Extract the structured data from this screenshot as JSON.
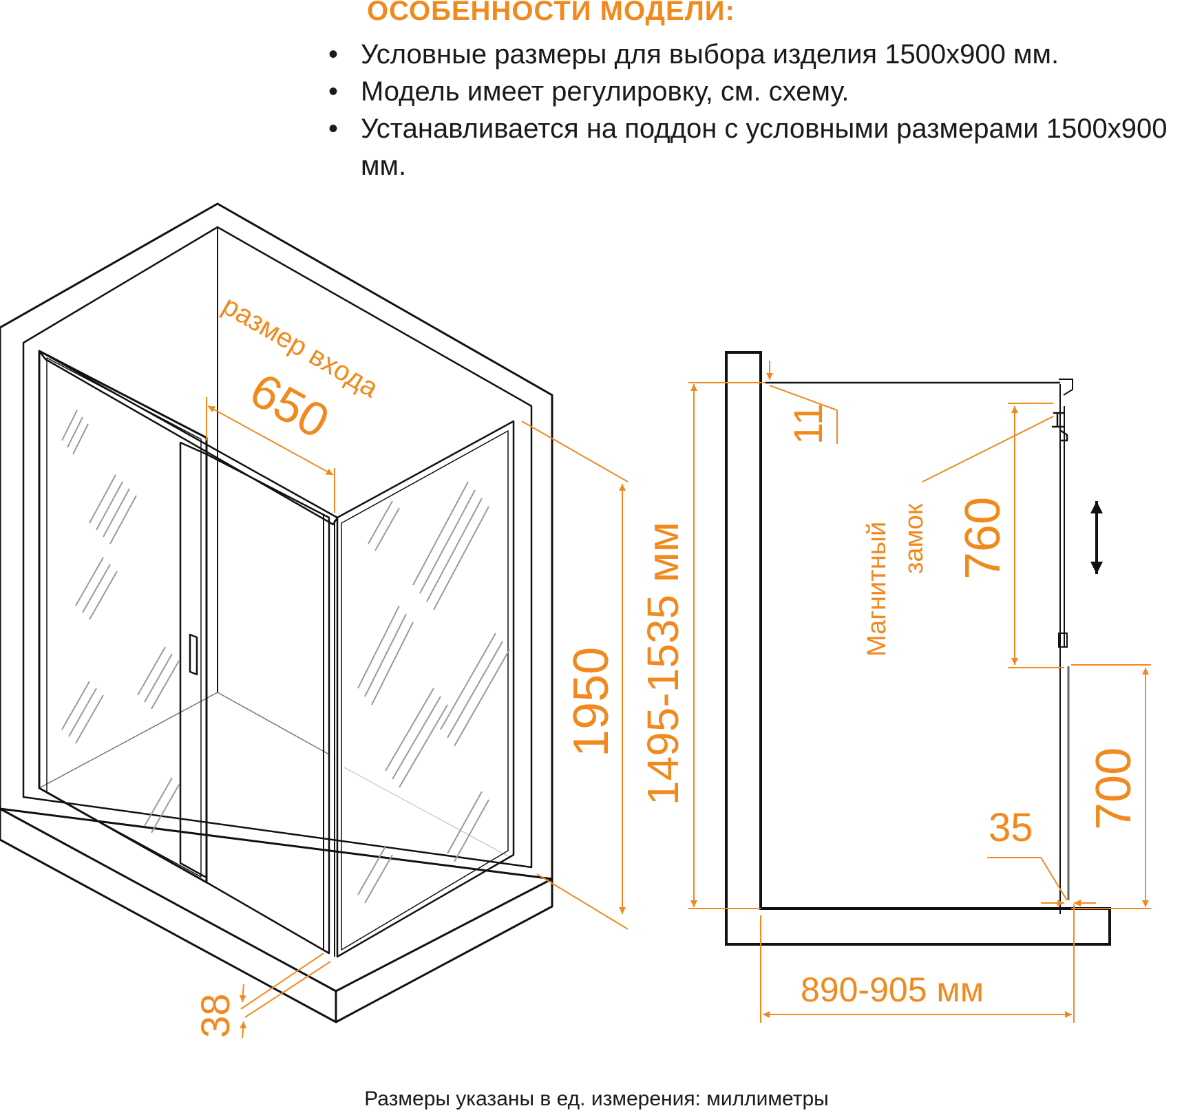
{
  "features": {
    "heading": "ОСОБЕННОСТИ МОДЕЛИ:",
    "bullet_symbol": "•",
    "items": [
      "Условные размеры для выбора изделия 1500х900 мм.",
      "Модель имеет регулировку, см. схему.",
      "Устанавливается на поддон с условными размерами 1500х900 мм."
    ]
  },
  "iso_view": {
    "entry_label": "размер входа",
    "entry_width": "650",
    "height": "1950",
    "glass_thickness": "38"
  },
  "side_view": {
    "adjust_range": "1495-1535 мм",
    "top_gap": "11",
    "magnetic_lock_label_line1": "Магнитный",
    "magnetic_lock_label_line2": "замок",
    "upper_height": "760",
    "lower_height": "700",
    "bottom_gap": "35",
    "width_range": "890-905 мм"
  },
  "footer": {
    "note": "Размеры указаны в ед. измерения: миллиметры"
  },
  "colors": {
    "accent": "#f08a1f",
    "line": "#111111",
    "glass": "#9a9a9a"
  }
}
